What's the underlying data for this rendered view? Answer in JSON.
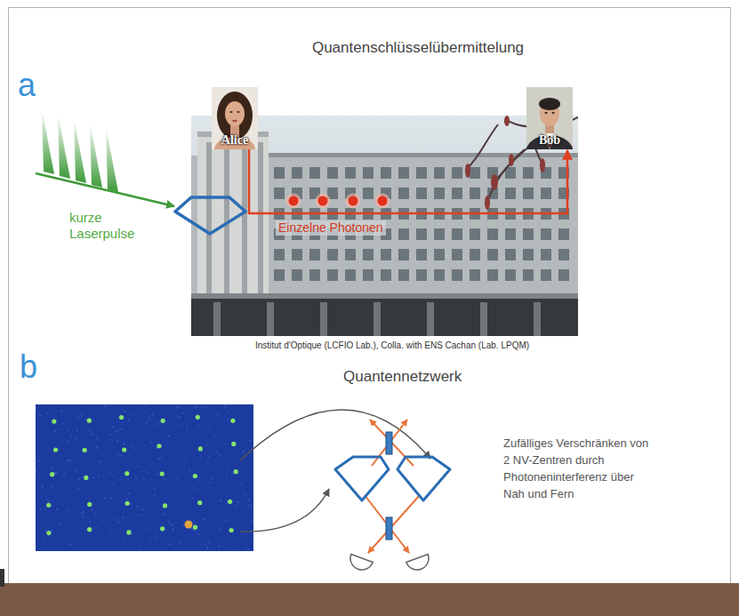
{
  "diagram": {
    "nodes": [
      {
        "text": [
          "Alice"
        ]
      },
      {
        "text": [
          "Bob"
        ]
      }
    ],
    "edges": [
      {
        "from": 0,
        "to": 1,
        "arrow": "to",
        "label": "Einzelne Photonen"
      }
    ],
    "labels": [
      "a",
      "Quantenschlüsselübermittelung",
      "kurze Laserpulse",
      "Institut d'Optique (LCFIO Lab.), Colla. with ENS Cachan (Lab. LPQM)",
      "b",
      "Quantennetzwerk",
      "Zufälliges Verschränken von 2 NV-Zentren durch Photoneninterferenz über Nah und Fern"
    ]
  }
}
